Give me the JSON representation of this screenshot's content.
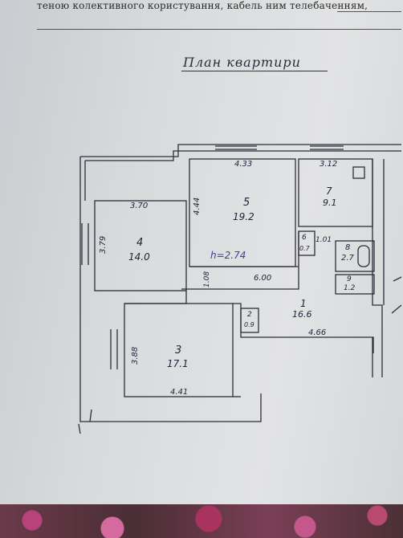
{
  "document": {
    "header_line": "теною колективного користування, кабель ним телебаченням,",
    "title": "План квартири"
  },
  "plan": {
    "dimensions": {
      "d433": "4.33",
      "d312": "3.12",
      "d370": "3.70",
      "d444": "4.44",
      "d379": "3.79",
      "d101": "1.01",
      "d600": "6.00",
      "d108": "1.08",
      "d466": "4.66",
      "d388": "3.88",
      "d441": "4.41"
    },
    "rooms": [
      {
        "number": "5",
        "area": "19.2"
      },
      {
        "number": "7",
        "area": "9.1"
      },
      {
        "number": "4",
        "area": "14.0"
      },
      {
        "number": "6",
        "area": "0.7"
      },
      {
        "number": "8",
        "area": "2.7"
      },
      {
        "number": "9",
        "area": "1.2"
      },
      {
        "number": "1",
        "area": "16.6"
      },
      {
        "number": "2",
        "area": "0.9"
      },
      {
        "number": "3",
        "area": "17.1"
      }
    ],
    "ceiling_height": "h=2.74"
  },
  "colors": {
    "ink": "#22243a",
    "pen": "#3c3fa8",
    "paper": "#dcdee0"
  }
}
